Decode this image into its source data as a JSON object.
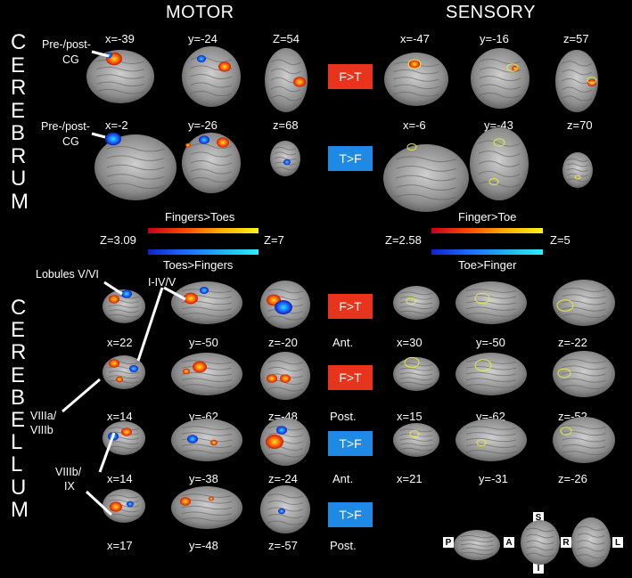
{
  "headers": {
    "motor": "MOTOR",
    "sensory": "SENSORY"
  },
  "side_labels": {
    "cerebrum": [
      "C",
      "E",
      "R",
      "E",
      "B",
      "R",
      "U",
      "M"
    ],
    "cerebellum": [
      "C",
      "E",
      "R",
      "E",
      "B",
      "E",
      "L",
      "L",
      "U",
      "M"
    ]
  },
  "cerebrum": {
    "row1": {
      "motor_coords": [
        "x=-39",
        "y=-24",
        "Z=54"
      ],
      "sensory_coords": [
        "x=-47",
        "y=-16",
        "z=57"
      ],
      "contrast": "F>T",
      "annotation": [
        "Pre-/post-",
        "CG"
      ]
    },
    "row2": {
      "motor_coords": [
        "x=-2",
        "y=-26",
        "z=68"
      ],
      "sensory_coords": [
        "x=-6",
        "y=-43",
        "z=70"
      ],
      "contrast": "T>F",
      "annotation": [
        "Pre-/post-",
        "CG"
      ]
    }
  },
  "colorbars": {
    "motor": {
      "top": "Fingers>Toes",
      "bottom": "Toes>Fingers",
      "min": "Z=3.09",
      "max": "Z=7"
    },
    "sensory": {
      "top": "Finger>Toe",
      "bottom": "Toe>Finger",
      "min": "Z=2.58",
      "max": "Z=5"
    }
  },
  "cerebellum": {
    "rows": [
      {
        "motor_coords": [
          "x=22",
          "y=-50",
          "z=-20"
        ],
        "sensory_coords": [
          "x=30",
          "y=-50",
          "z=-22"
        ],
        "contrast": "F>T",
        "lobe": "Ant."
      },
      {
        "motor_coords": [
          "x=14",
          "y=-62",
          "z=-48"
        ],
        "sensory_coords": [
          "x=15",
          "y=-62",
          "z=-52"
        ],
        "contrast": "F>T",
        "lobe": "Post."
      },
      {
        "motor_coords": [
          "x=14",
          "y=-38",
          "z=-24"
        ],
        "sensory_coords": [
          "x=21",
          "y=-31",
          "z=-26"
        ],
        "contrast": "T>F",
        "lobe": "Ant."
      },
      {
        "motor_coords": [
          "x=17",
          "y=-48",
          "z=-57"
        ],
        "sensory_coords": [],
        "contrast": "T>F",
        "lobe": "Post."
      }
    ],
    "annotations": {
      "lobules_v_vi": "Lobules V/VI",
      "i_iv_v": "I-IV/V",
      "viiia_viiib": [
        "VIIIa/",
        "VIIIb"
      ],
      "viiib_ix": [
        "VIIIb/",
        "IX"
      ]
    }
  },
  "orientation": {
    "P": "P",
    "A": "A",
    "S": "S",
    "I": "I",
    "R": "R",
    "L": "L"
  },
  "colors": {
    "ft": "#e8341c",
    "tf": "#1e8ae6",
    "brain": "#9a9a9a"
  }
}
